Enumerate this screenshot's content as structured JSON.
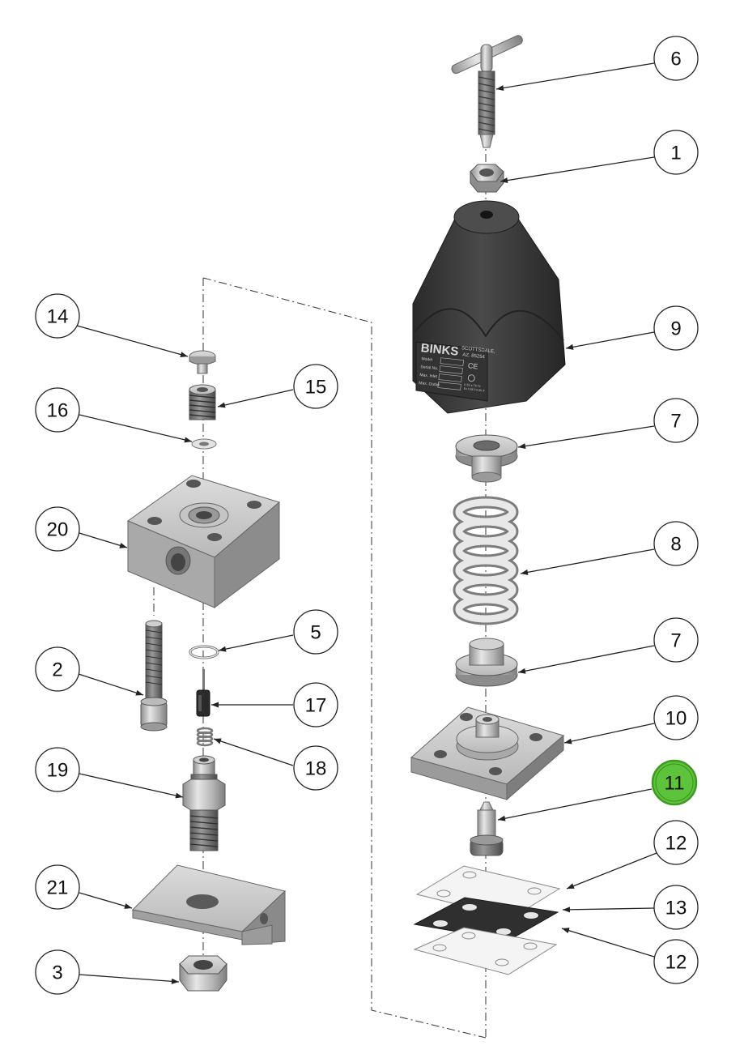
{
  "colors": {
    "highlight": "#5dc33a",
    "highlight_stroke": "#3e9a22",
    "callout_stroke": "#222222",
    "leader": "#222222",
    "cover_dark": "#3c3c3c",
    "metal": "#b8b8b8",
    "gasket": "#2f2f2f"
  },
  "cover_plate": {
    "brand": "BINKS",
    "city": "SCOTTSDALE,",
    "state": "AZ. 85254",
    "rows": [
      "Model",
      "Serial No.",
      "Max. Inlet",
      "Max. Outlet"
    ],
    "marks": "CE",
    "small_lines": [
      "II 2G c T6 T4",
      "Ex II 66 T4 Gb X"
    ]
  },
  "callouts": [
    {
      "id": "c6",
      "label": "6",
      "icon": "balloon-circle",
      "highlighted": false
    },
    {
      "id": "c1",
      "label": "1",
      "icon": "balloon-circle",
      "highlighted": false
    },
    {
      "id": "c9",
      "label": "9",
      "icon": "balloon-circle",
      "highlighted": false
    },
    {
      "id": "c7a",
      "label": "7",
      "icon": "balloon-circle",
      "highlighted": false
    },
    {
      "id": "c8",
      "label": "8",
      "icon": "balloon-circle",
      "highlighted": false
    },
    {
      "id": "c7b",
      "label": "7",
      "icon": "balloon-circle",
      "highlighted": false
    },
    {
      "id": "c10",
      "label": "10",
      "icon": "balloon-circle",
      "highlighted": false
    },
    {
      "id": "c11",
      "label": "11",
      "icon": "balloon-circle",
      "highlighted": true
    },
    {
      "id": "c12a",
      "label": "12",
      "icon": "balloon-circle",
      "highlighted": false
    },
    {
      "id": "c13",
      "label": "13",
      "icon": "balloon-circle",
      "highlighted": false
    },
    {
      "id": "c12b",
      "label": "12",
      "icon": "balloon-circle",
      "highlighted": false
    },
    {
      "id": "c14",
      "label": "14",
      "icon": "balloon-circle",
      "highlighted": false
    },
    {
      "id": "c15",
      "label": "15",
      "icon": "balloon-circle",
      "highlighted": false
    },
    {
      "id": "c16",
      "label": "16",
      "icon": "balloon-circle",
      "highlighted": false
    },
    {
      "id": "c20",
      "label": "20",
      "icon": "balloon-circle",
      "highlighted": false
    },
    {
      "id": "c5",
      "label": "5",
      "icon": "balloon-circle",
      "highlighted": false
    },
    {
      "id": "c2",
      "label": "2",
      "icon": "balloon-circle",
      "highlighted": false
    },
    {
      "id": "c17",
      "label": "17",
      "icon": "balloon-circle",
      "highlighted": false
    },
    {
      "id": "c18",
      "label": "18",
      "icon": "balloon-circle",
      "highlighted": false
    },
    {
      "id": "c19",
      "label": "19",
      "icon": "balloon-circle",
      "highlighted": false
    },
    {
      "id": "c21",
      "label": "21",
      "icon": "balloon-circle",
      "highlighted": false
    },
    {
      "id": "c3",
      "label": "3",
      "icon": "balloon-circle",
      "highlighted": false
    }
  ]
}
